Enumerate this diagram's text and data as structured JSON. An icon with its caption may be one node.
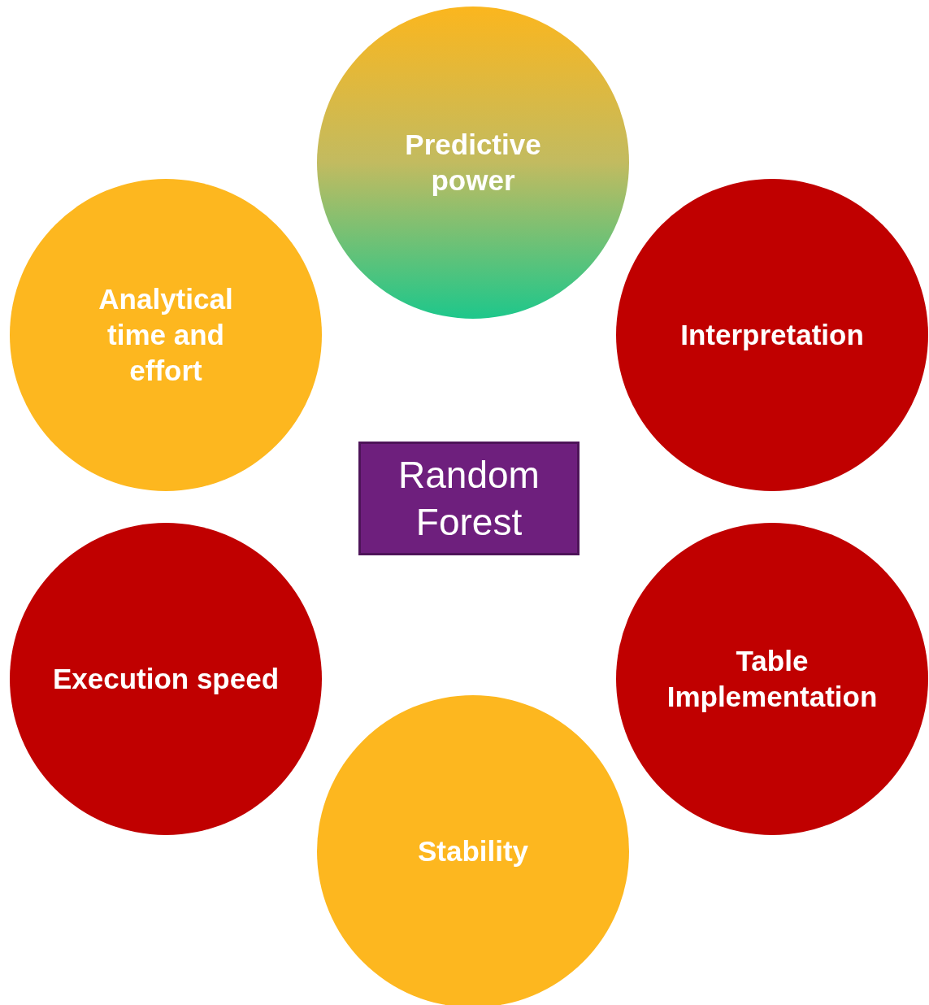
{
  "diagram": {
    "nodes": [
      {
        "text": [
          "Predictive power"
        ]
      },
      {
        "text": [
          "Analytical time and effort"
        ]
      },
      {
        "text": [
          "Interpretation"
        ]
      },
      {
        "text": [
          "Random Forest"
        ]
      },
      {
        "text": [
          "Execution speed"
        ]
      },
      {
        "text": [
          "Table Implementation"
        ]
      },
      {
        "text": [
          "Stability"
        ]
      }
    ]
  }
}
